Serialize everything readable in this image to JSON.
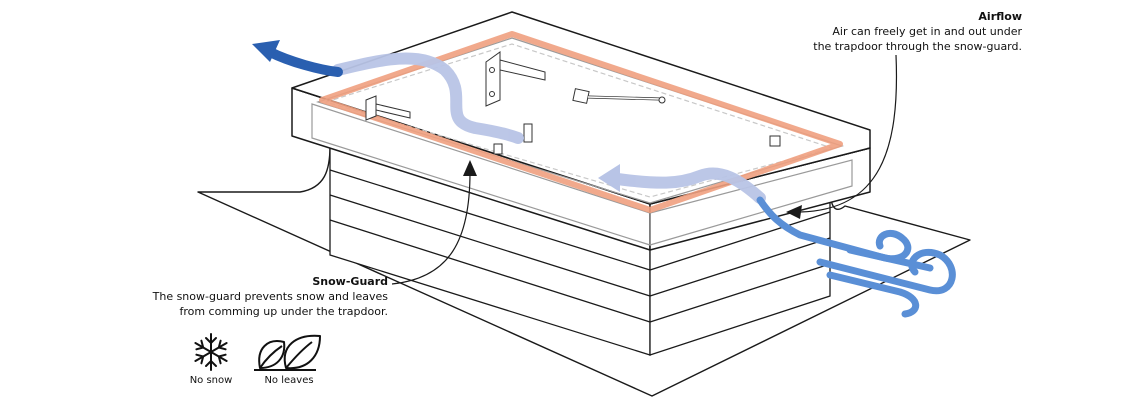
{
  "airflow": {
    "title": "Airflow",
    "line1": "Air can freely get in and out under",
    "line2": "the trapdoor through the snow-guard."
  },
  "snow_guard": {
    "title": "Snow-Guard",
    "line1": "The snow-guard prevents snow and leaves",
    "line2": "from comming up under the trapdoor."
  },
  "icons": {
    "no_snow": {
      "label": "No snow",
      "icon": "snowflake-icon"
    },
    "no_leaves": {
      "label": "No leaves",
      "icon": "leaves-icon"
    }
  },
  "colors": {
    "line": "#1a1a1a",
    "frame_gray": "#9a9a9a",
    "snow_guard_orange": "#f0a080",
    "airflow_light": "#b8c4e6",
    "airflow_dark": "#2a5fb0",
    "airflow_mid": "#5a8fd6"
  }
}
